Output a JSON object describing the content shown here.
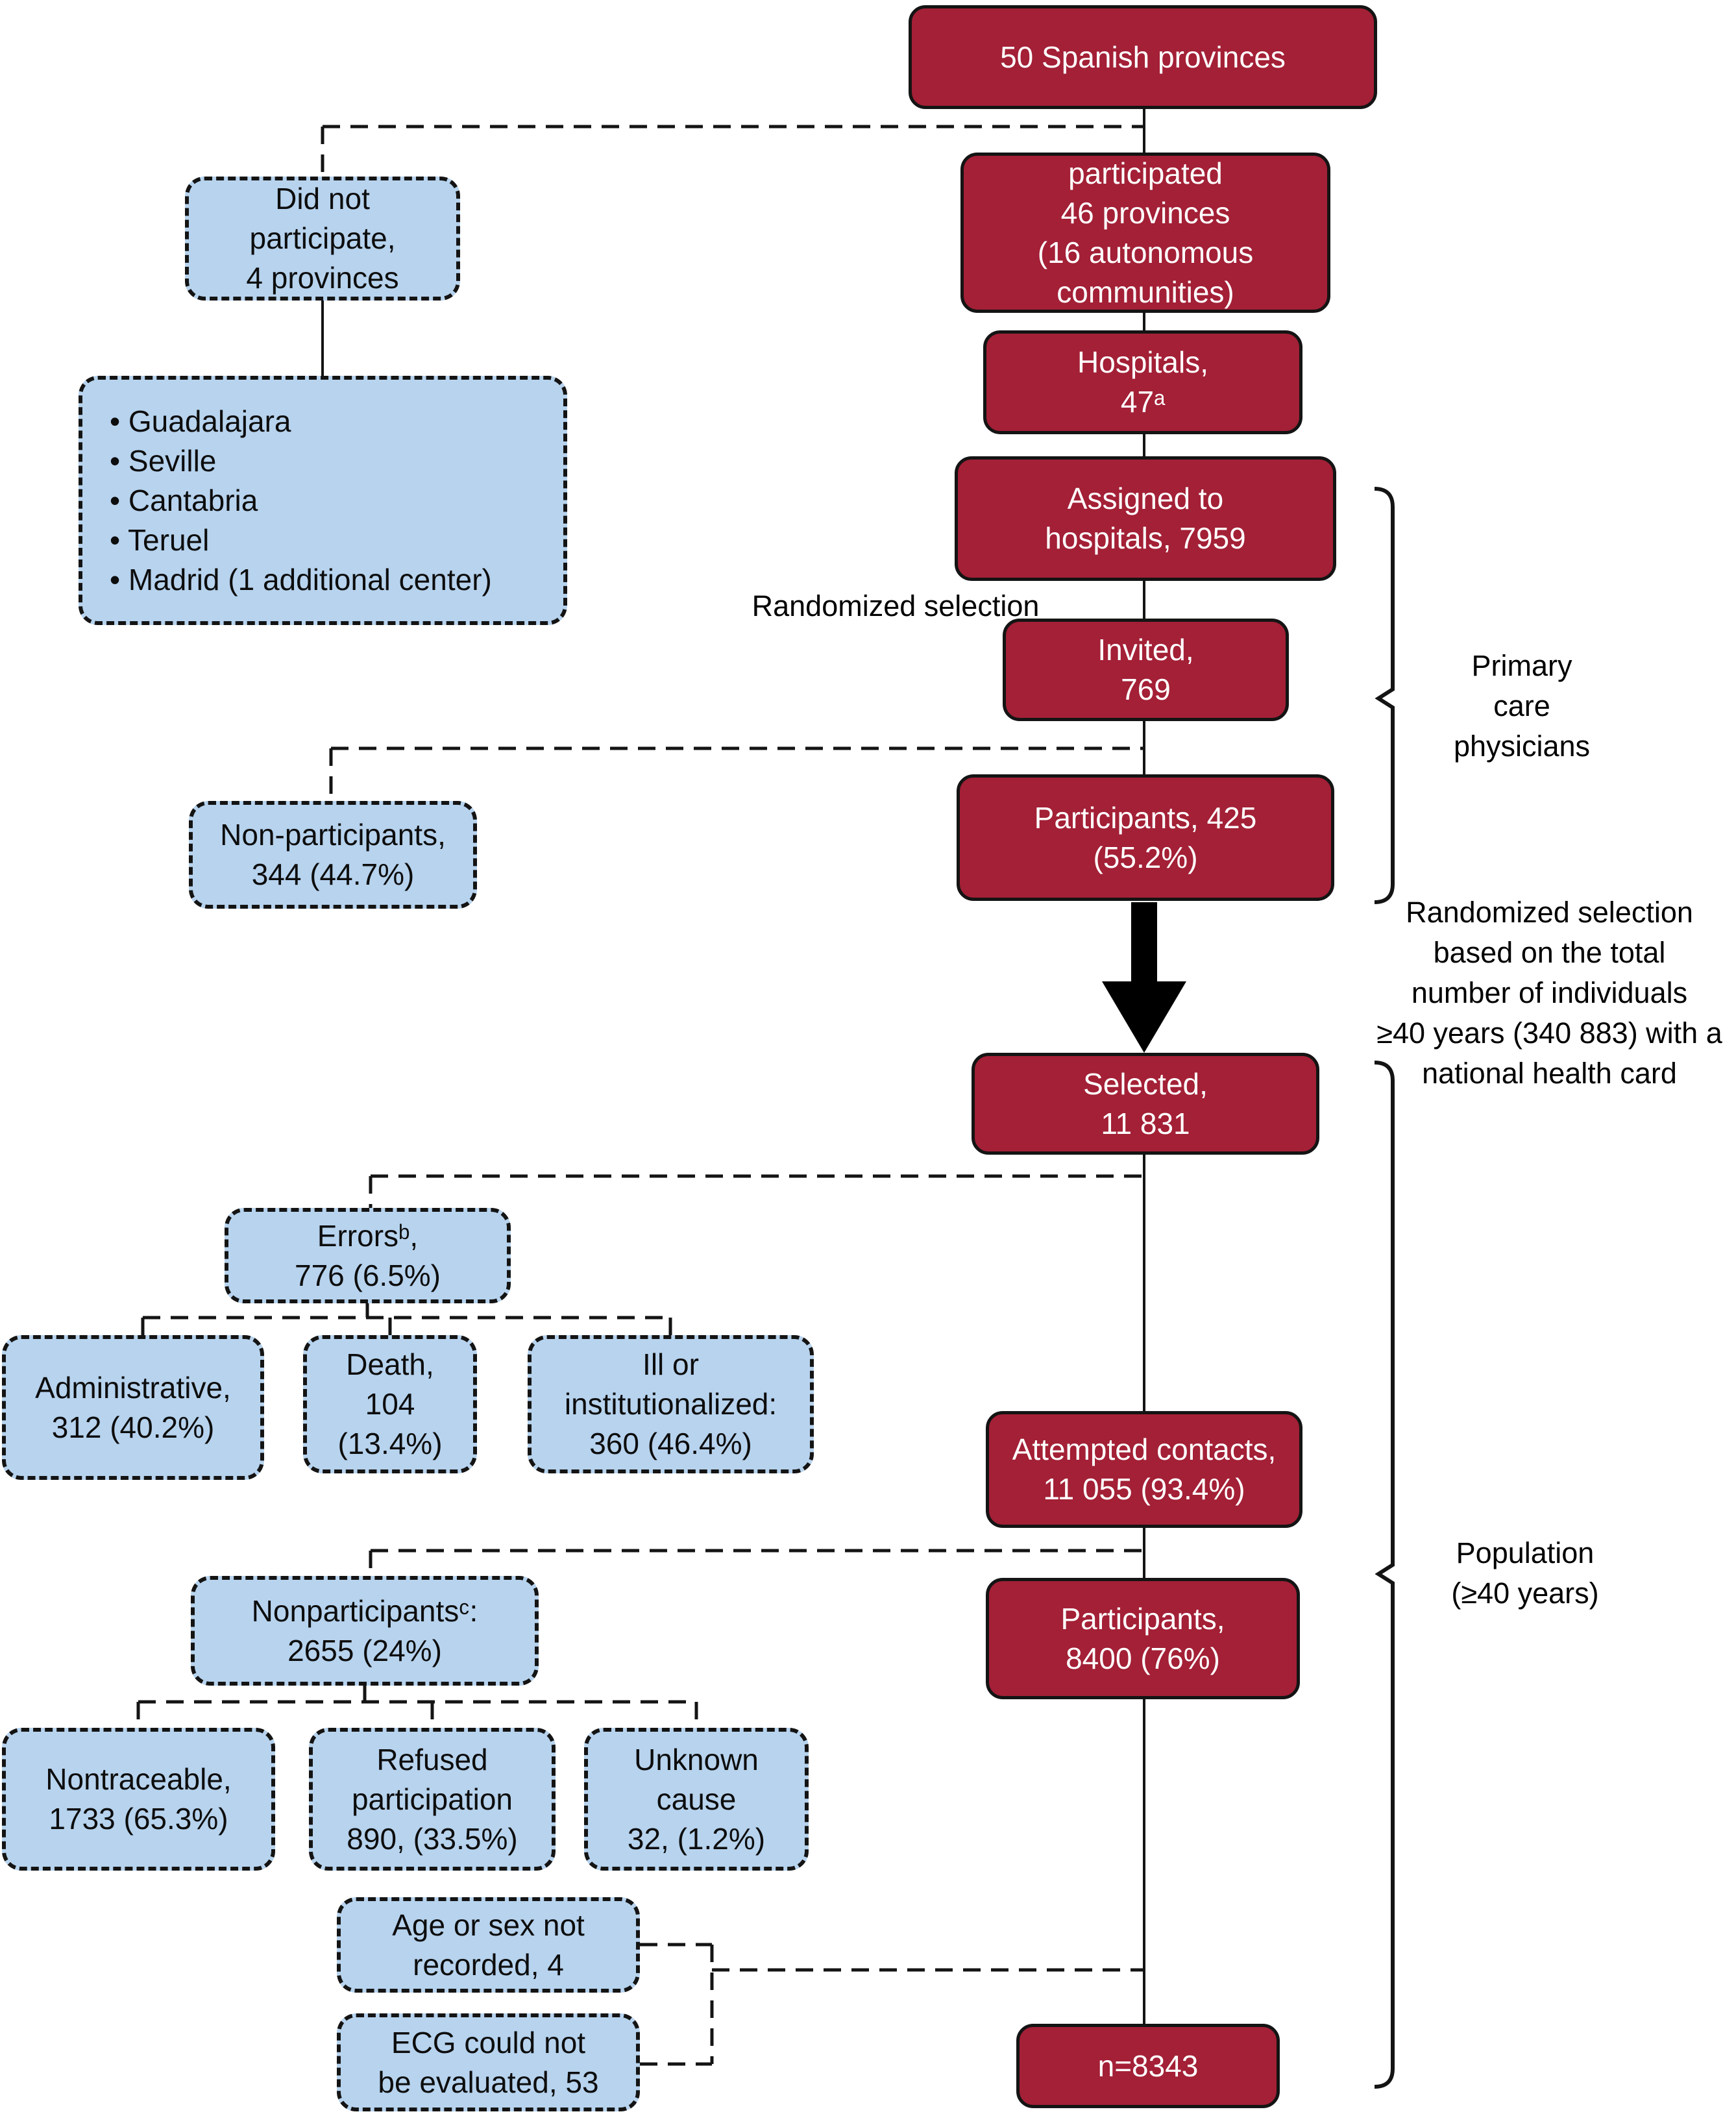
{
  "colors": {
    "maroon": "#A32036",
    "blue": "#B7D3EE",
    "line": "#141414"
  },
  "nodes": {
    "provinces_total": "50 Spanish provinces",
    "participated": "participated\n46 provinces\n(16 autonomous\ncommunities)",
    "hospitals": "Hospitals,\n47ᵃ",
    "assigned": "Assigned to\nhospitals, 7959",
    "invited": "Invited,\n769",
    "participants_physicians": "Participants, 425\n(55.2%)",
    "selected": "Selected,\n11 831",
    "attempted_contacts": "Attempted contacts,\n11 055 (93.4%)",
    "participants_population": "Participants,\n8400 (76%)",
    "final_n": "n=8343",
    "did_not_participate": "Did not\nparticipate,\n4 provinces",
    "nonparticipating_provinces": "• Guadalajara\n• Seville\n• Cantabria\n• Teruel\n• Madrid (1 additional center)",
    "non_participants_physicians": "Non-participants,\n344 (44.7%)",
    "errors": "Errorsᵇ,\n776 (6.5%)",
    "administrative": "Administrative,\n312 (40.2%)",
    "death": "Death,\n104\n(13.4%)",
    "ill_institutionalized": "Ill or\ninstitutionalized:\n360 (46.4%)",
    "nonparticipants": "Nonparticipantsᶜ:\n2655 (24%)",
    "nontraceable": "Nontraceable,\n1733 (65.3%)",
    "refused": "Refused\nparticipation\n890, (33.5%)",
    "unknown_cause": "Unknown\ncause\n32, (1.2%)",
    "age_sex_not_recorded": "Age or sex not\nrecorded, 4",
    "ecg_not_evaluated": "ECG could not\nbe evaluated, 53"
  },
  "labels": {
    "randomized_selection": "Randomized selection",
    "primary_care_physicians": "Primary\ncare\nphysicians",
    "randomized_note": "Randomized selection\nbased on the total\nnumber of individuals\n≥40 years (340 883) with a\nnational health card",
    "population": "Population\n(≥40 years)"
  }
}
